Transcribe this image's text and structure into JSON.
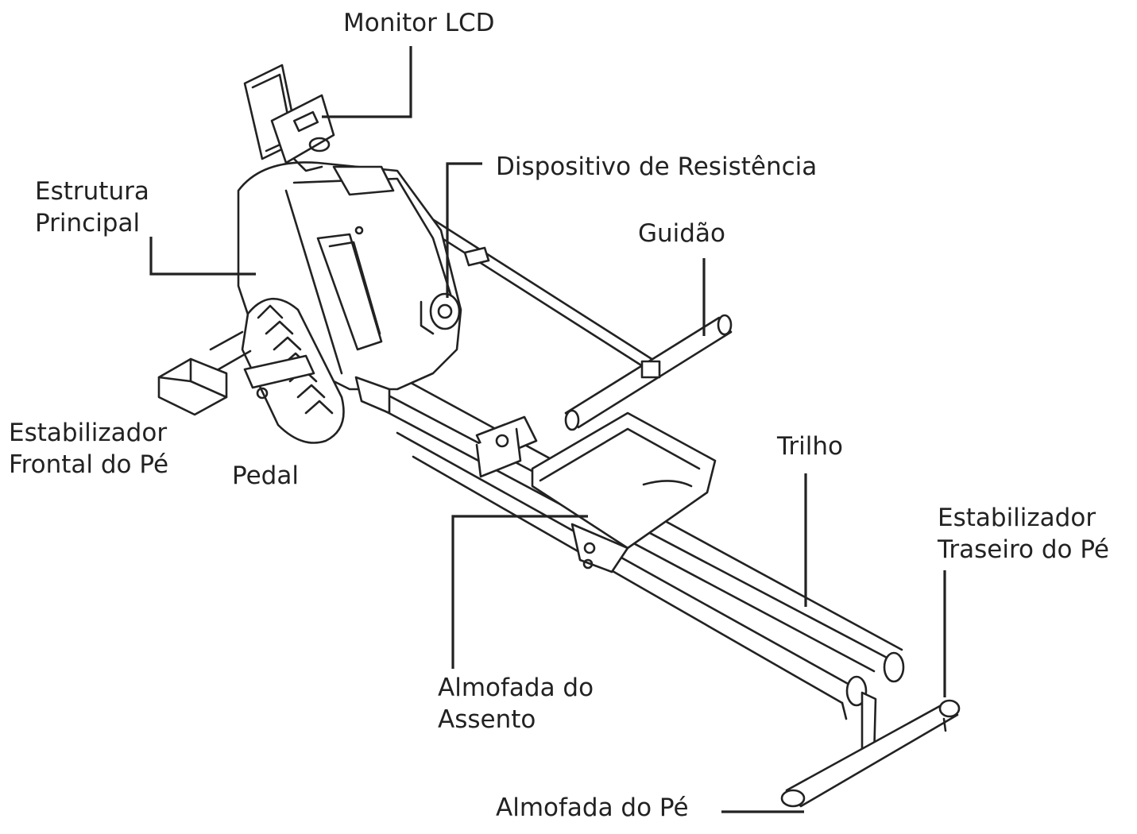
{
  "labels": {
    "monitor": "Monitor LCD",
    "resistance": "Dispositivo de Resistência",
    "frame": [
      "Estrutura",
      "Principal"
    ],
    "handlebar": "Guidão",
    "front_stabilizer": [
      "Estabilizador",
      "Frontal do Pé"
    ],
    "pedal": "Pedal",
    "rail": "Trilho",
    "rear_stabilizer": [
      "Estabilizador",
      "Traseiro do Pé"
    ],
    "seat": [
      "Almofada do",
      "Assento"
    ],
    "foot_pad": "Almofada do Pé"
  }
}
